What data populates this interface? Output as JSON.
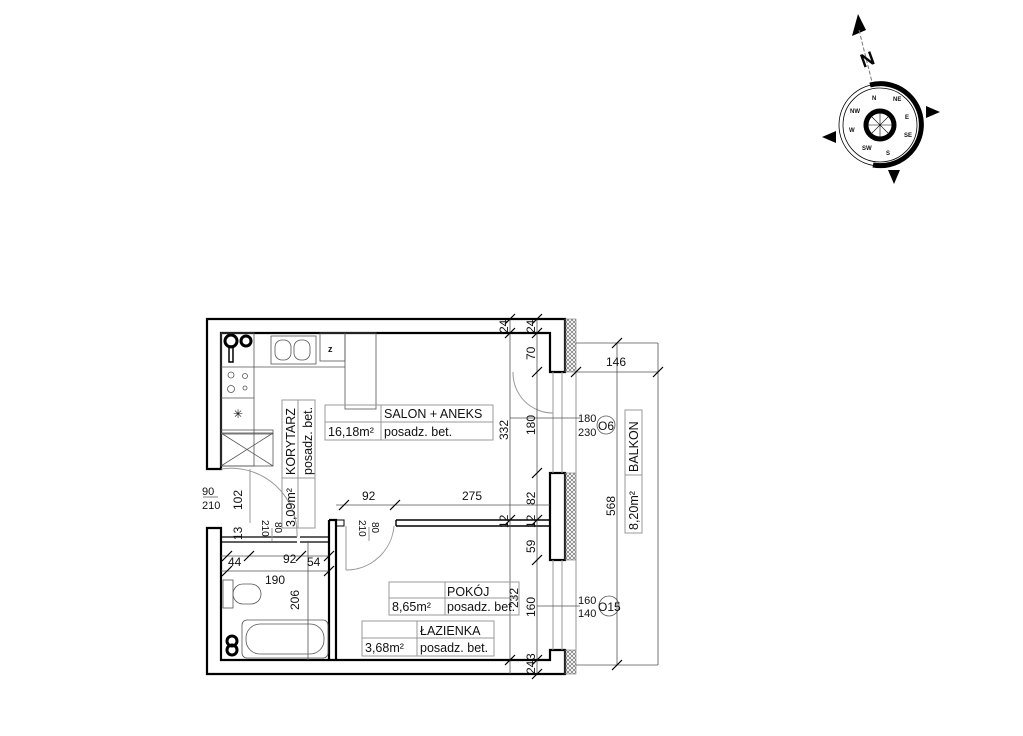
{
  "compass": {
    "north_label": "N",
    "directions": [
      "N",
      "NE",
      "E",
      "SE",
      "S",
      "SW",
      "W",
      "NW"
    ]
  },
  "rooms": {
    "salon": {
      "name": "SALON + ANEKS",
      "area": "16,18m²",
      "floor": "posadz. bet."
    },
    "korytarz": {
      "name": "KORYTARZ",
      "area": "3,09m²",
      "floor": "posadz. bet."
    },
    "pokoj": {
      "name": "POKÓJ",
      "area": "8,65m²",
      "floor": "posadz. bet."
    },
    "lazienka": {
      "name": "ŁAZIENKA",
      "area": "3,68m²",
      "floor": "posadz. bet."
    },
    "balkon": {
      "name": "BALKON",
      "area": "8,20m²"
    }
  },
  "windows": [
    {
      "id": "O6",
      "width": "180",
      "height": "230"
    },
    {
      "id": "O15",
      "width": "160",
      "height": "140"
    }
  ],
  "entry_door": {
    "width": "90",
    "height": "210"
  },
  "doors": [
    {
      "height": "210",
      "width": "80"
    },
    {
      "height": "210",
      "width": "80"
    }
  ],
  "dimensions": {
    "d24a": "24",
    "d24b": "24",
    "d70": "70",
    "d180": "180",
    "d332": "332",
    "d82": "82",
    "d12a": "12",
    "d12b": "12",
    "d59": "59",
    "d160": "160",
    "d232": "232",
    "d24c": "24",
    "d3": "3",
    "d146": "146",
    "d568": "568",
    "d102": "102",
    "d13": "13",
    "d44": "44",
    "d92a": "92",
    "d54": "54",
    "d190": "190",
    "d206": "206",
    "d92b": "92",
    "d275": "275"
  }
}
